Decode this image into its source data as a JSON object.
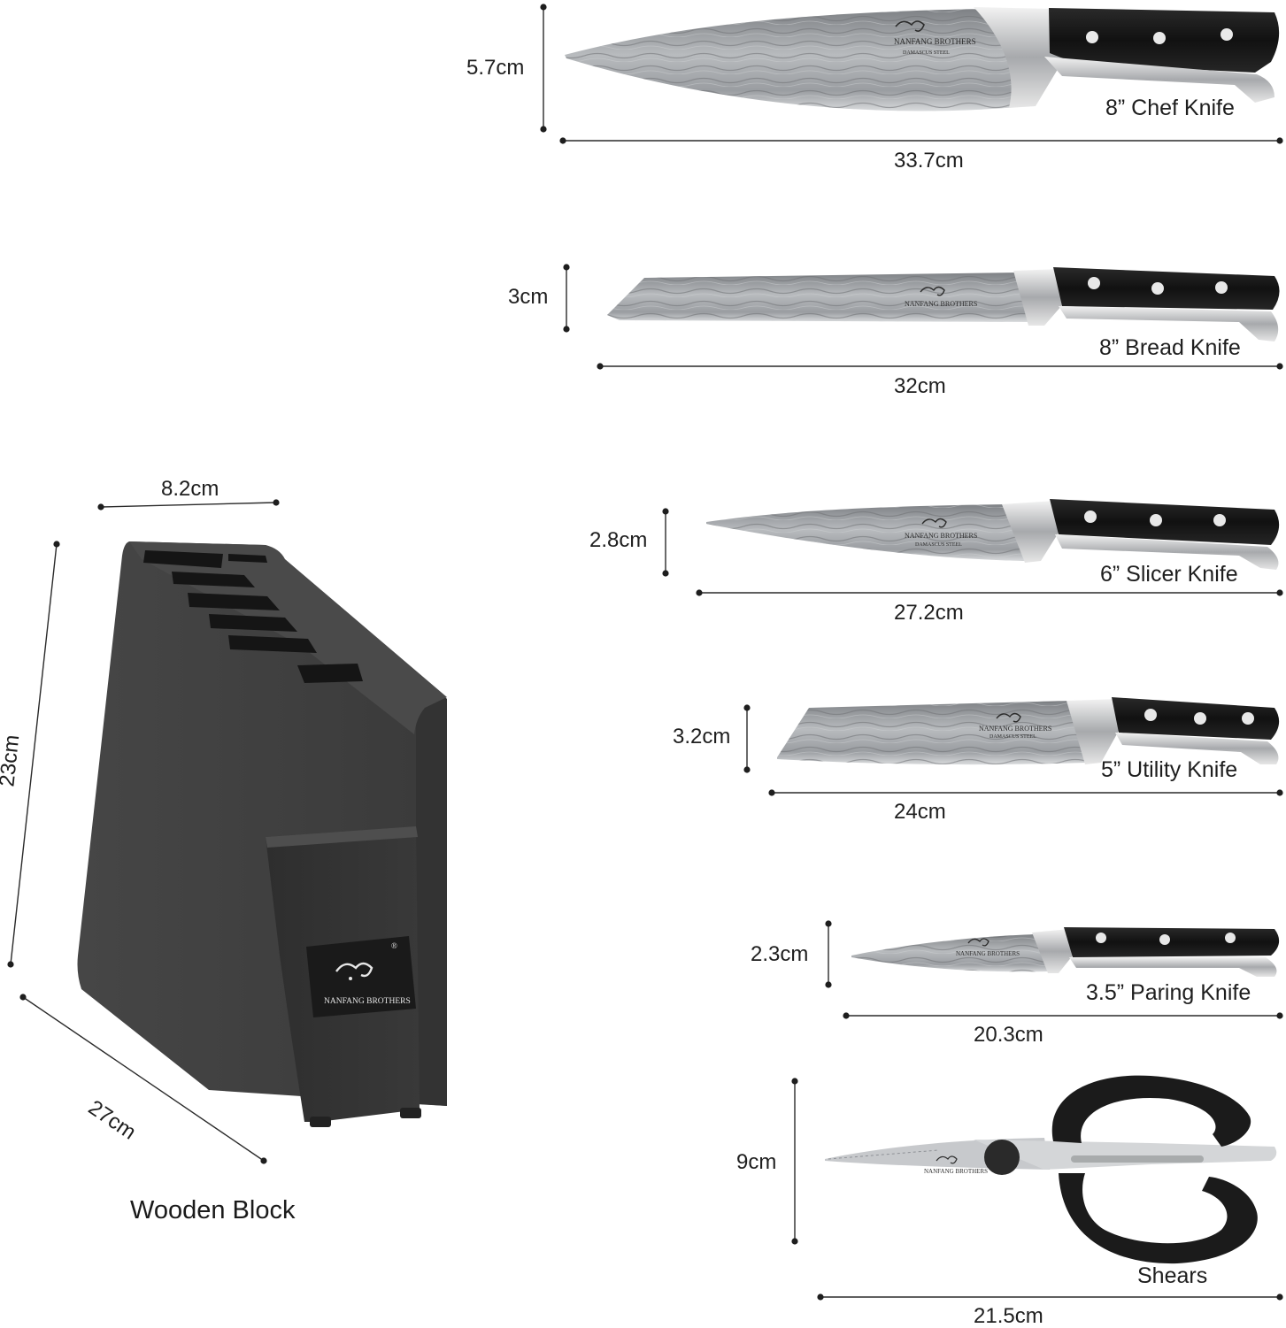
{
  "brand": {
    "name": "NANFANG BROTHERS",
    "steel": "DAMASCUS STEEL",
    "mark": "®"
  },
  "colors": {
    "block": "#3b3b3b",
    "handle": "#1b1b1b",
    "blade": "#b9bcbf",
    "line": "#2a2a2a"
  },
  "block": {
    "title": "Wooden Block",
    "width": "8.2cm",
    "height": "23cm",
    "depth": "27cm"
  },
  "items": [
    {
      "name": "8” Chef Knife",
      "height": "5.7cm",
      "length": "33.7cm"
    },
    {
      "name": "8” Bread Knife",
      "height": "3cm",
      "length": "32cm"
    },
    {
      "name": "6” Slicer Knife",
      "height": "2.8cm",
      "length": "27.2cm"
    },
    {
      "name": "5” Utility Knife",
      "height": "3.2cm",
      "length": "24cm"
    },
    {
      "name": "3.5” Paring Knife",
      "height": "2.3cm",
      "length": "20.3cm"
    },
    {
      "name": "Shears",
      "height": "9cm",
      "length": "21.5cm"
    }
  ]
}
